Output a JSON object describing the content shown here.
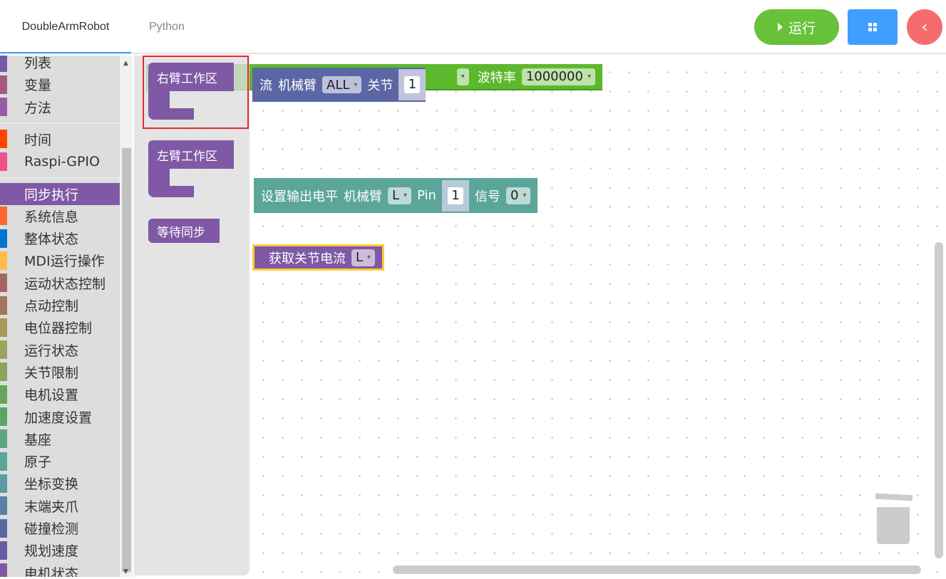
{
  "header": {
    "tabs": [
      {
        "label": "DoubleArmRobot"
      },
      {
        "label": "Python"
      }
    ],
    "run_label": "运行"
  },
  "toolbox": {
    "categories": [
      {
        "label": "列表",
        "color": "#745ba5"
      },
      {
        "label": "变量",
        "color": "#a55b80"
      },
      {
        "label": "方法",
        "color": "#995ba5"
      },
      {
        "label": "时间",
        "color": "#ff4500"
      },
      {
        "label": "Raspi-GPIO",
        "color": "#f0508c"
      },
      {
        "label": "同步执行",
        "color": "#7f59a5"
      },
      {
        "label": "系统信息",
        "color": "#ff6633"
      },
      {
        "label": "整体状态",
        "color": "#0077cc"
      },
      {
        "label": "MDI运行操作",
        "color": "#ffbb44"
      },
      {
        "label": "运动状态控制",
        "color": "#a5675b"
      },
      {
        "label": "点动控制",
        "color": "#a5745b"
      },
      {
        "label": "电位器控制",
        "color": "#a59a5b"
      },
      {
        "label": "运行状态",
        "color": "#9aa55b"
      },
      {
        "label": "关节限制",
        "color": "#8aa55b"
      },
      {
        "label": "电机设置",
        "color": "#67a55b"
      },
      {
        "label": "加速度设置",
        "color": "#5ba564"
      },
      {
        "label": "基座",
        "color": "#5ba580"
      },
      {
        "label": "原子",
        "color": "#5ba59a"
      },
      {
        "label": "坐标变换",
        "color": "#5b99a5"
      },
      {
        "label": "末端夹爪",
        "color": "#5b80a5"
      },
      {
        "label": "碰撞检测",
        "color": "#5b67a5"
      },
      {
        "label": "规划速度",
        "color": "#6a5ba5"
      },
      {
        "label": "电机状态",
        "color": "#7f59a5"
      }
    ]
  },
  "flyout": {
    "blocks": [
      {
        "label": "右臂工作区"
      },
      {
        "label": "左臂工作区"
      },
      {
        "label": "等待同步"
      }
    ]
  },
  "workspace": {
    "baud_block": {
      "label": "波特率",
      "value": "1000000"
    },
    "blue_block": {
      "prefix": "流",
      "arm_label": "机械臂",
      "arm": "ALL",
      "joint_label": "关节",
      "joint": "1"
    },
    "gpio_block": {
      "label": "设置输出电平",
      "arm_label": "机械臂",
      "arm": "L",
      "pin_label": "Pin",
      "pin": "1",
      "signal_label": "信号",
      "signal": "0"
    },
    "current_block": {
      "label": "获取关节电流",
      "arm": "L"
    }
  }
}
